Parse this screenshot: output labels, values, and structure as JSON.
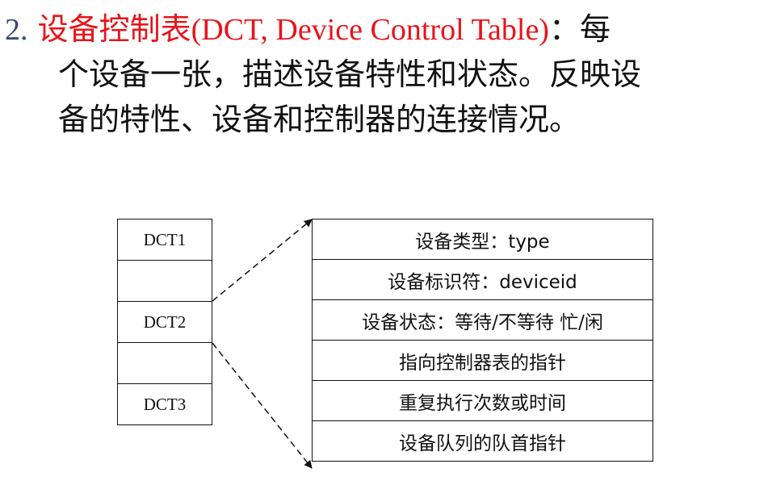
{
  "heading": {
    "number": "2.",
    "term": "设备控制表(DCT, Device Control Table)",
    "after_term": "：每",
    "line2": "个设备一张，描述设备特性和状态。反映设",
    "line3": "备的特性、设备和控制器的连接情况。"
  },
  "dct_list": [
    "DCT1",
    "",
    "DCT2",
    "",
    "DCT3"
  ],
  "dct_fields": [
    "设备类型：type",
    "设备标识符：deviceid",
    "设备状态：等待/不等待 忙/闲",
    "指向控制器表的指针",
    "重复执行次数或时间",
    "设备队列的队首指针"
  ],
  "colors": {
    "number": "#3a4a78",
    "term": "#e8141b",
    "text": "#111111"
  }
}
